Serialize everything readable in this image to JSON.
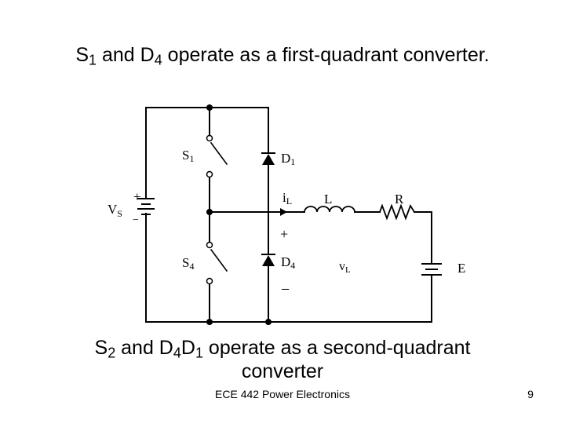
{
  "slide": {
    "title": {
      "p1": "S",
      "p2": "1",
      "p3": " and D",
      "p4": "4",
      "p5": " operate as a first-quadrant converter."
    },
    "caption": {
      "p1": "S",
      "p2": "2",
      "p3": " and D",
      "p4": "4",
      "p5": "D",
      "p6": "1",
      "p7": " operate as a second-quadrant",
      "line2": "converter"
    },
    "footer": "ECE 442 Power Electronics",
    "page_number": "9"
  },
  "circuit": {
    "source": {
      "label": "V",
      "sub": "S",
      "plus": "+",
      "minus": "−"
    },
    "switch_top": {
      "label": "S",
      "sub": "1"
    },
    "switch_bottom": {
      "label": "S",
      "sub": "4"
    },
    "diode_top": {
      "label": "D",
      "sub": "1"
    },
    "diode_bottom": {
      "label": "D",
      "sub": "4"
    },
    "current": {
      "label": "i",
      "sub": "L"
    },
    "inductor": {
      "label": "L"
    },
    "resistor": {
      "label": "R"
    },
    "load_voltage": {
      "label": "v",
      "sub": "L",
      "plus": "+",
      "minus": "−"
    },
    "emf": {
      "label": "E"
    }
  }
}
